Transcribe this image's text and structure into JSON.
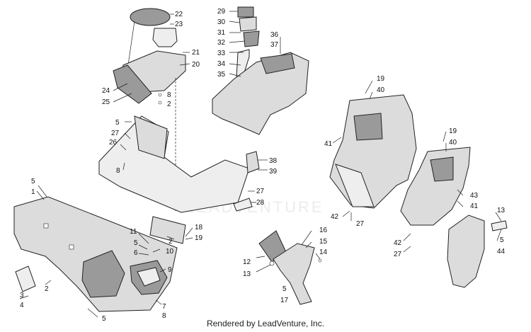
{
  "footer": {
    "rendered_by": "Rendered by LeadVenture, Inc."
  },
  "watermark": "LEADVENTURE",
  "callouts": {
    "c22": "22",
    "c23": "23",
    "c21": "21",
    "c20": "20",
    "c24": "24",
    "c25": "25",
    "c8a": "8",
    "c2a": "2",
    "c29": "29",
    "c30": "30",
    "c31": "31",
    "c32": "32",
    "c33": "33",
    "c34": "34",
    "c35": "35",
    "c36": "36",
    "c37": "37",
    "c5a": "5",
    "c27a": "27",
    "c26": "26",
    "c8b": "8",
    "c38": "38",
    "c39": "39",
    "c27b": "27",
    "c28": "28",
    "c5b": "5",
    "c1": "1",
    "c18": "18",
    "c19a": "19",
    "c2b": "2",
    "c11": "11",
    "c5c": "5",
    "c6": "6",
    "c10": "10",
    "c9": "9",
    "c7": "7",
    "c8c": "8",
    "c2c": "2",
    "c3": "3",
    "c4": "4",
    "c5d": "5",
    "c12": "12",
    "c13a": "13",
    "c16": "16",
    "c15": "15",
    "c14": "14",
    "c5e": "5",
    "c17": "17",
    "c19b": "19",
    "c40a": "40",
    "c41a": "41",
    "c42a": "42",
    "c27c": "27",
    "c19c": "19",
    "c40b": "40",
    "c43": "43",
    "c41b": "41",
    "c42b": "42",
    "c27d": "27",
    "c13b": "13",
    "c5f": "5",
    "c44": "44"
  }
}
